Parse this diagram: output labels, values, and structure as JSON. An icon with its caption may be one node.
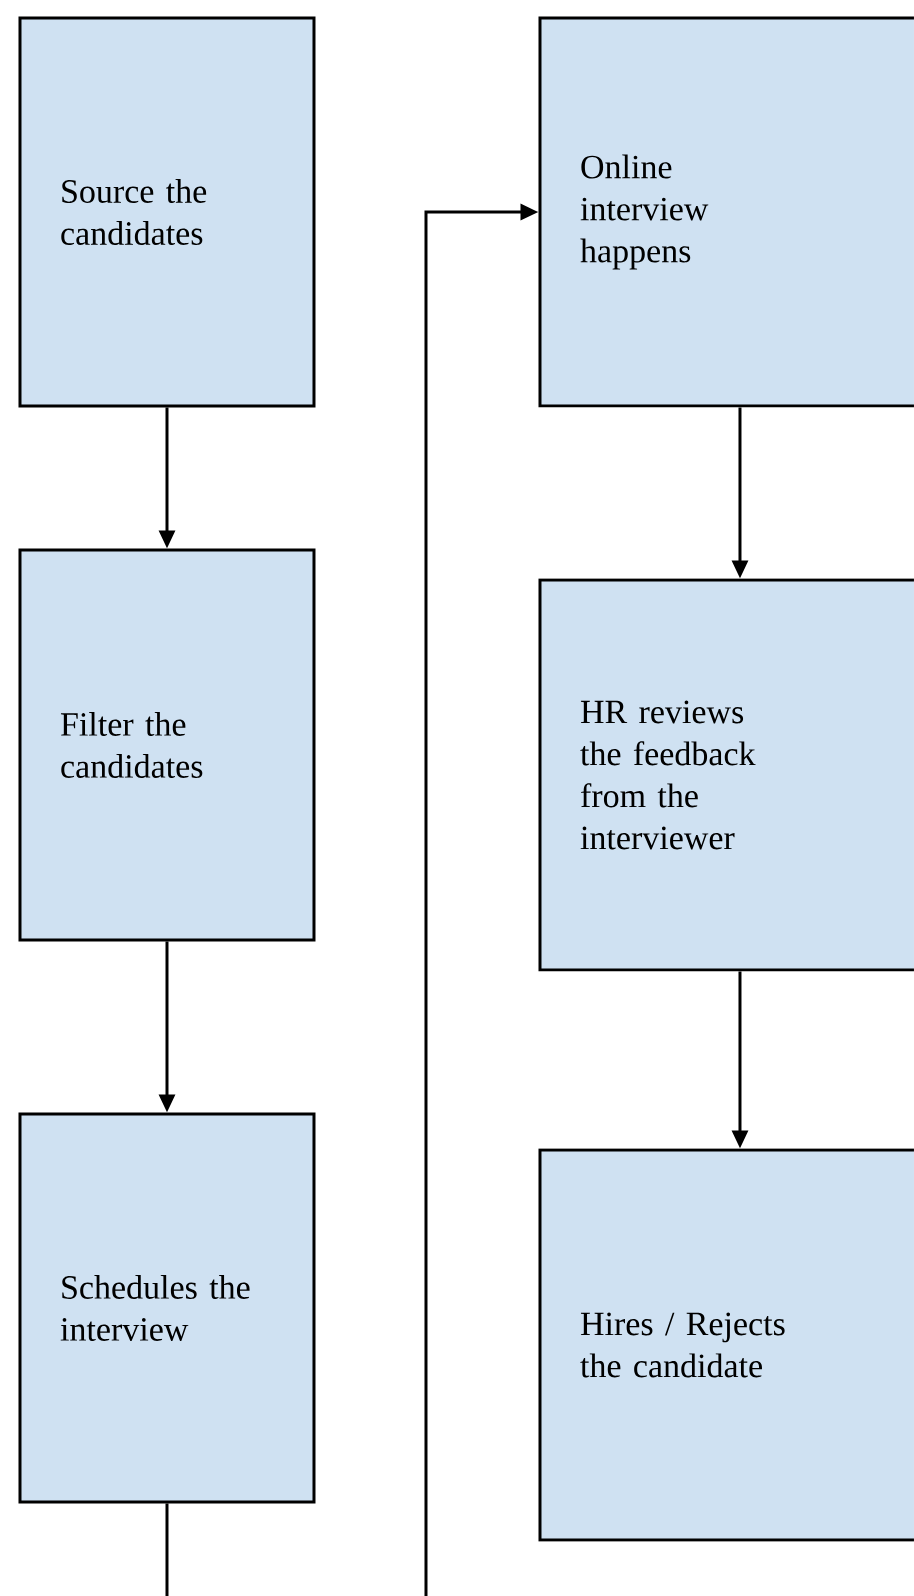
{
  "diagram": {
    "nodes": [
      {
        "text": [
          "Source the candidates"
        ]
      },
      {
        "text": [
          "Filter the candidates"
        ]
      },
      {
        "text": [
          "Schedules the interview"
        ]
      },
      {
        "text": [
          "Online interview happens"
        ]
      },
      {
        "text": [
          "HR reviews the feedback from the interviewer"
        ]
      },
      {
        "text": [
          "Hires / Rejects the candidate"
        ]
      }
    ],
    "edges": [
      {
        "from": 0,
        "to": 1,
        "arrow": "to"
      },
      {
        "from": 1,
        "to": 2,
        "arrow": "to"
      },
      {
        "from": 2,
        "to": 3,
        "arrow": "to"
      },
      {
        "from": 3,
        "to": 4,
        "arrow": "to"
      },
      {
        "from": 4,
        "to": 5,
        "arrow": "to"
      }
    ]
  }
}
